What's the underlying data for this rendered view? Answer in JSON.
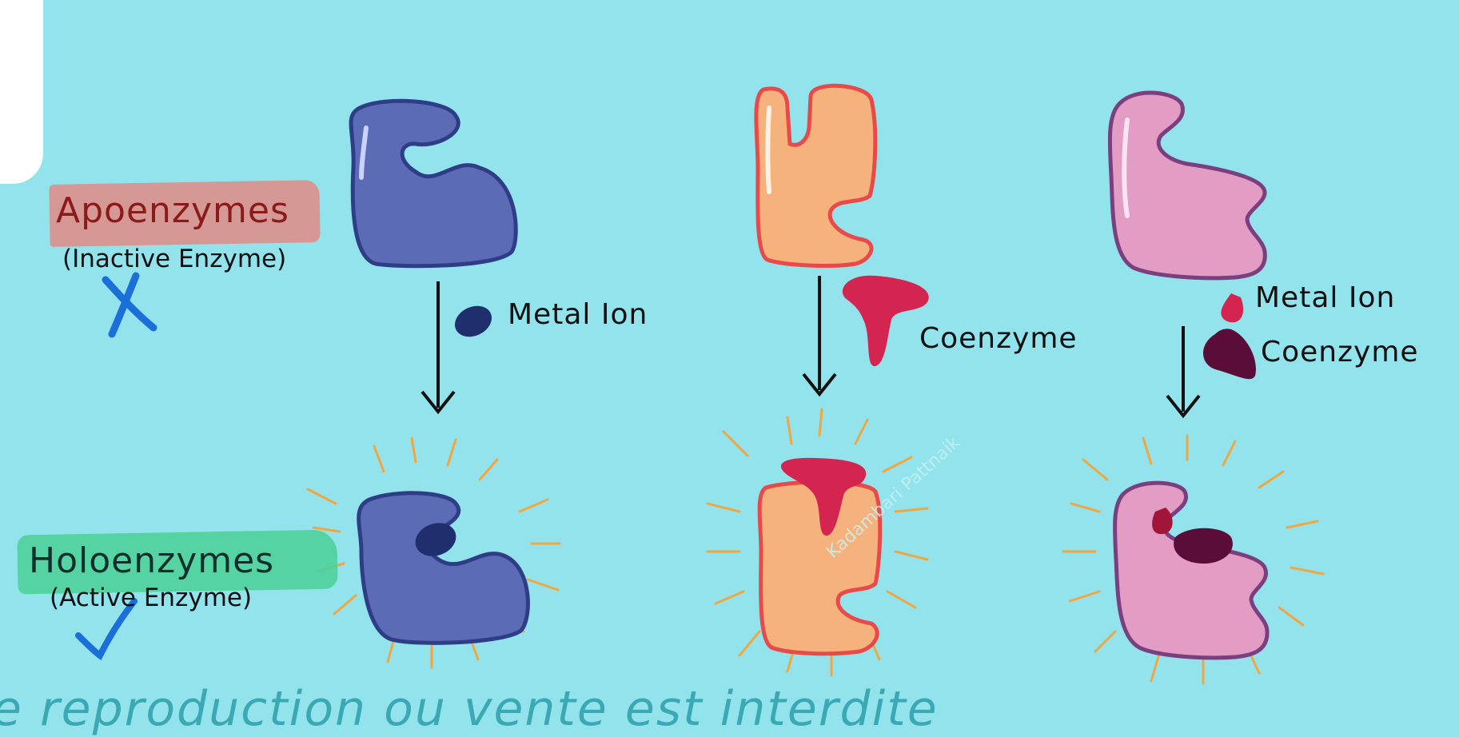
{
  "labels": {
    "apoenzymes": "Apoenzymes",
    "apoenzymes_sub": "(Inactive Enzyme)",
    "holoenzymes": "Holoenzymes",
    "holoenzymes_sub": "(Active Enzyme)",
    "metal_ion_1": "Metal Ion",
    "coenzyme_2": "Coenzyme",
    "metal_ion_3": "Metal Ion",
    "coenzyme_3": "Coenzyme"
  },
  "annotations": {
    "apo_mark": "X",
    "holo_mark": "✓"
  },
  "watermark": "e reproduction ou vente est interdite",
  "watermark_credit": "Kadambari Pattnaik",
  "colors": {
    "background": "#93e3ec",
    "blue_enzyme": "#5b6bb5",
    "orange_enzyme": "#f6b27c",
    "pink_enzyme": "#e39cc4",
    "metal_ion_blue": "#1f2f6e",
    "coenzyme_red": "#d3254f",
    "coenzyme_dark": "#5a0d38",
    "glow": "#f2a640",
    "apo_highlight": "#e08b86",
    "holo_highlight": "#4fd09a",
    "mark_ink": "#1a6fd8"
  }
}
